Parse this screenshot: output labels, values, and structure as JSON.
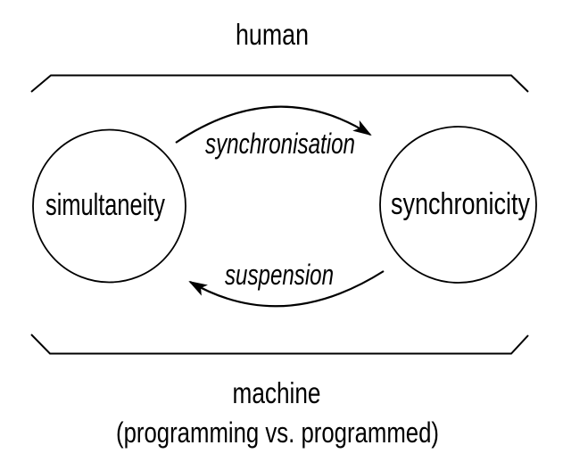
{
  "diagram": {
    "top_zone": {
      "label": "human"
    },
    "bottom_zone": {
      "label": "machine",
      "sublabel": "(programming vs. programmed)"
    },
    "nodes": {
      "left": {
        "label": "simultaneity"
      },
      "right": {
        "label": "synchronicity"
      }
    },
    "arrows": {
      "forward": {
        "label": "synchronisation",
        "direction": "left-to-right"
      },
      "backward": {
        "label": "suspension",
        "direction": "right-to-left"
      }
    },
    "colors": {
      "ink": "#000000",
      "background": "#ffffff"
    }
  }
}
